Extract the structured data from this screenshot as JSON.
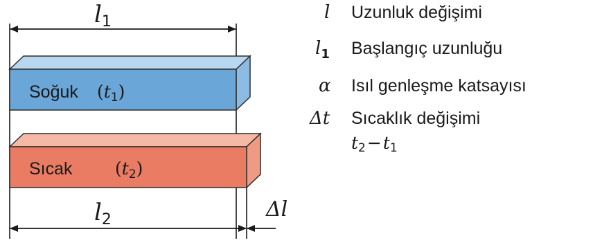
{
  "figure": {
    "dim_top_symbol": "l",
    "dim_top_sub": "1",
    "dim_bottom_symbol": "l",
    "dim_bottom_sub": "2",
    "dim_delta_symbol": "Δl",
    "cold_bar": {
      "label": "Soğuk",
      "temp_symbol": "t",
      "temp_sub": "1",
      "front_color": "#6aa6d8",
      "top_color": "#b9d6ef",
      "side_color": "#8cbbe3"
    },
    "hot_bar": {
      "label": "Sıcak",
      "temp_symbol": "t",
      "temp_sub": "2",
      "front_color": "#e97c63",
      "top_color": "#f6b9a6",
      "side_color": "#ef9a82"
    }
  },
  "legend": [
    {
      "symbol": "l",
      "sub": "",
      "text": "Uzunluk değişimi"
    },
    {
      "symbol": "l",
      "sub": "1",
      "text": "Başlangıç uzunluğu"
    },
    {
      "symbol": "α",
      "sub": "",
      "text": "Isıl genleşme katsayısı"
    },
    {
      "symbol": "Δt",
      "sub": "",
      "text": "Sıcaklık değişimi"
    }
  ],
  "formula": {
    "a": "t",
    "a_sub": "2",
    "op": "−",
    "b": "t",
    "b_sub": "1"
  }
}
